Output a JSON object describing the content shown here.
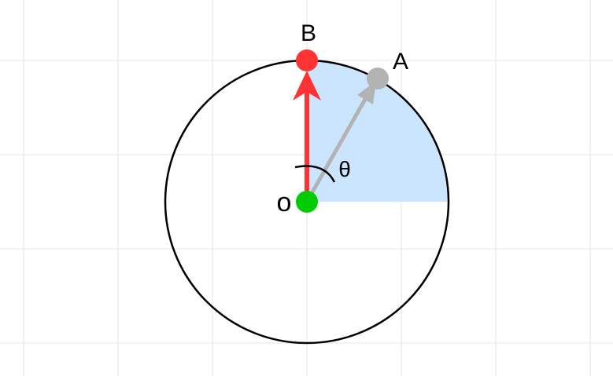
{
  "labels": {
    "origin": "o",
    "point_a": "A",
    "point_b": "B",
    "angle": "θ"
  },
  "colors": {
    "background": "#ffffff",
    "grid": "#e6e6e6",
    "circle": "#000000",
    "sector_fill": "#cce5ff",
    "vector_ob": "#ff3333",
    "vector_oa": "#b3b3b3",
    "origin_point": "#00cc00",
    "point_a": "#b3b3b3",
    "point_b": "#ff3333"
  }
}
